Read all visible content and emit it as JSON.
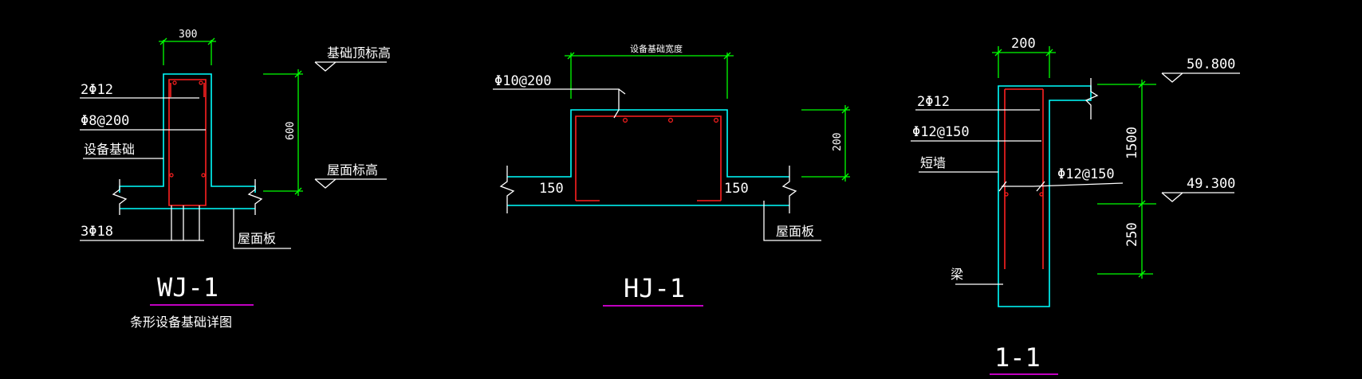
{
  "colors": {
    "background": "#000000",
    "concrete_outline": "#00ffff",
    "rebar": "#ff2020",
    "dimension": "#00ff00",
    "leader": "#ffffff",
    "title_underline": "#ff00ff"
  },
  "wj1": {
    "dim_width": "300",
    "dim_height": "600",
    "rebar_top": "2Φ12",
    "stirrup": "Φ8@200",
    "foundation_label": "设备基础",
    "rebar_bottom": "3Φ18",
    "roof_slab": "屋面板",
    "top_elev": "基础顶标高",
    "roof_elev": "屋面标高",
    "title": "WJ-1",
    "subtitle": "条形设备基础详图"
  },
  "hj1": {
    "dim_width": "设备基础宽度",
    "rebar": "Φ10@200",
    "dim_height": "200",
    "left_ext": "150",
    "right_ext": "150",
    "roof_slab": "屋面板",
    "title": "HJ-1"
  },
  "s11": {
    "dim_width": "200",
    "elev_top": "50.800",
    "elev_mid": "49.300",
    "dim_1500": "1500",
    "dim_250": "250",
    "rebar_top": "2Φ12",
    "rebar_vert": "Φ12@150",
    "short_wall": "短墙",
    "rebar_horiz": "Φ12@150",
    "beam": "梁",
    "title": "1-1"
  }
}
